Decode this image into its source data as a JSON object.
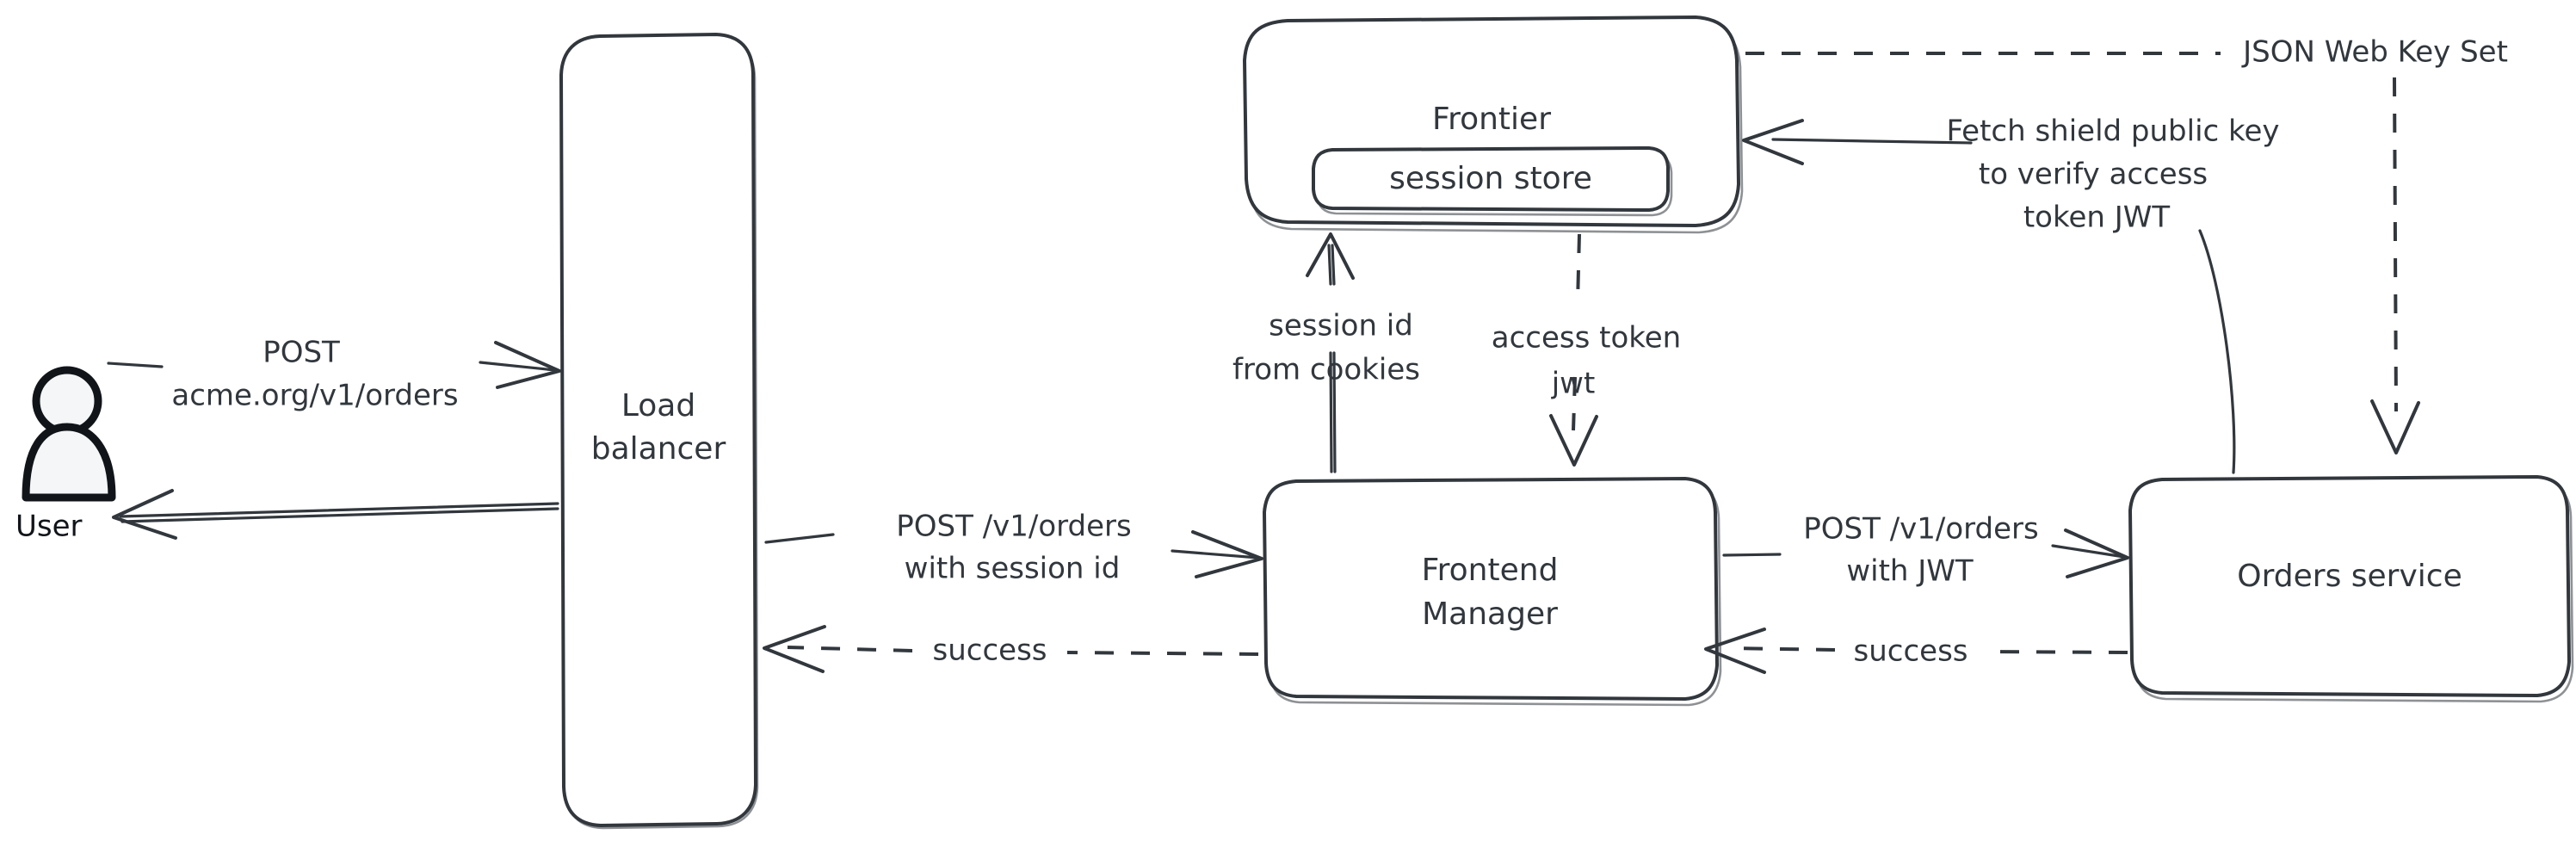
{
  "diagram": {
    "title": "Frontier session to JWT request flow",
    "background_color": "#ffffff",
    "stroke_color": "#31373d",
    "actor_fill_color": "#f4f6f8",
    "actor_stroke_color": "#11151a",
    "nodes": [
      {
        "id": "user",
        "label": "User",
        "shape": "actor"
      },
      {
        "id": "load_balancer",
        "label_line1": "Load",
        "label_line2": "balancer",
        "shape": "rounded-rect-tall"
      },
      {
        "id": "frontier",
        "label": "Frontier",
        "shape": "rounded-rect"
      },
      {
        "id": "session_store",
        "label": "session store",
        "shape": "rounded-rect-inner"
      },
      {
        "id": "frontend_manager",
        "label_line1": "Frontend",
        "label_line2": "Manager",
        "shape": "rounded-rect"
      },
      {
        "id": "orders_service",
        "label": "Orders service",
        "shape": "rounded-rect"
      }
    ],
    "edges": [
      {
        "id": "user-to-lb",
        "from": "user",
        "to": "load_balancer",
        "style": "solid",
        "direction": "right",
        "label_line1": "POST",
        "label_line2": "acme.org/v1/orders"
      },
      {
        "id": "lb-to-user",
        "from": "load_balancer",
        "to": "user",
        "style": "solid",
        "direction": "left",
        "label_line1": "",
        "label_line2": ""
      },
      {
        "id": "lb-to-fm",
        "from": "load_balancer",
        "to": "frontend_manager",
        "style": "solid",
        "direction": "right",
        "label_line1": "POST /v1/orders",
        "label_line2": "with session id"
      },
      {
        "id": "fm-to-lb",
        "from": "frontend_manager",
        "to": "load_balancer",
        "style": "dashed",
        "direction": "left",
        "label_line1": "success",
        "label_line2": ""
      },
      {
        "id": "fm-to-frontier",
        "from": "frontend_manager",
        "to": "frontier",
        "style": "solid",
        "direction": "up",
        "label_line1": "session id",
        "label_line2": "from cookies"
      },
      {
        "id": "frontier-to-fm",
        "from": "frontier",
        "to": "frontend_manager",
        "style": "dashed",
        "direction": "down",
        "label_line1": "access token",
        "label_line2": "jwt"
      },
      {
        "id": "fm-to-orders",
        "from": "frontend_manager",
        "to": "orders_service",
        "style": "solid",
        "direction": "right",
        "label_line1": "POST /v1/orders",
        "label_line2": "with JWT"
      },
      {
        "id": "orders-to-fm",
        "from": "orders_service",
        "to": "frontend_manager",
        "style": "dashed",
        "direction": "left",
        "label_line1": "success",
        "label_line2": ""
      },
      {
        "id": "orders-to-frontier",
        "from": "orders_service",
        "to": "frontier",
        "style": "solid",
        "direction": "left",
        "label_line1": "Fetch shield public key",
        "label_line2": "to verify access",
        "label_line3": "token JWT"
      },
      {
        "id": "frontier-to-orders-jwks",
        "from": "frontier",
        "to": "orders_service",
        "style": "dashed",
        "direction": "down",
        "label_line1": "JSON Web Key Set",
        "label_line2": ""
      }
    ]
  }
}
